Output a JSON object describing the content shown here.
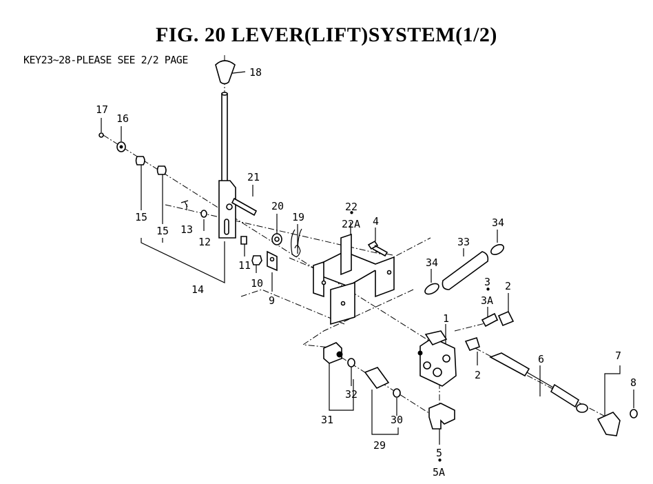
{
  "title": "FIG. 20  LEVER(LIFT)SYSTEM(1/2)",
  "note": "KEY23~28-PLEASE SEE 2/2 PAGE",
  "callouts": {
    "k1": "1",
    "k2a": "2",
    "k2b": "2",
    "k3": "3",
    "k3a": "3A",
    "k4": "4",
    "k5": "5",
    "k5a": "5A",
    "k6": "6",
    "k7": "7",
    "k8": "8",
    "k9": "9",
    "k10": "10",
    "k11": "11",
    "k12": "12",
    "k13": "13",
    "k14": "14",
    "k15a": "15",
    "k15b": "15",
    "k16": "16",
    "k17": "17",
    "k18": "18",
    "k19": "19",
    "k20": "20",
    "k21": "21",
    "k22": "22",
    "k22a": "22A",
    "k29": "29",
    "k30": "30",
    "k31": "31",
    "k32": "32",
    "k33": "33",
    "k34a": "34",
    "k34b": "34"
  }
}
